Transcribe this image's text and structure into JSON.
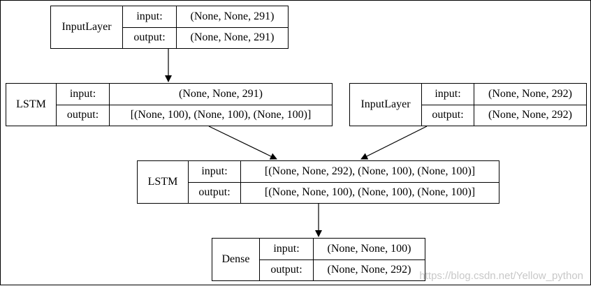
{
  "nodes": [
    {
      "type": "InputLayer",
      "input_label": "input:",
      "input_value": "(None, None, 291)",
      "output_label": "output:",
      "output_value": "(None, None, 291)"
    },
    {
      "type": "LSTM",
      "input_label": "input:",
      "input_value": "(None, None, 291)",
      "output_label": "output:",
      "output_value": "[(None, 100), (None, 100), (None, 100)]"
    },
    {
      "type": "InputLayer",
      "input_label": "input:",
      "input_value": "(None, None, 292)",
      "output_label": "output:",
      "output_value": "(None, None, 292)"
    },
    {
      "type": "LSTM",
      "input_label": "input:",
      "input_value": "[(None, None, 292), (None, 100), (None, 100)]",
      "output_label": "output:",
      "output_value": "[(None, None, 100), (None, 100), (None, 100)]"
    },
    {
      "type": "Dense",
      "input_label": "input:",
      "input_value": "(None, None, 100)",
      "output_label": "output:",
      "output_value": "(None, None, 292)"
    }
  ],
  "edges": [
    {
      "from": 0,
      "to": 1
    },
    {
      "from": 1,
      "to": 3
    },
    {
      "from": 2,
      "to": 3
    },
    {
      "from": 3,
      "to": 4
    }
  ],
  "watermark": "https://blog.csdn.net/Yellow_python"
}
